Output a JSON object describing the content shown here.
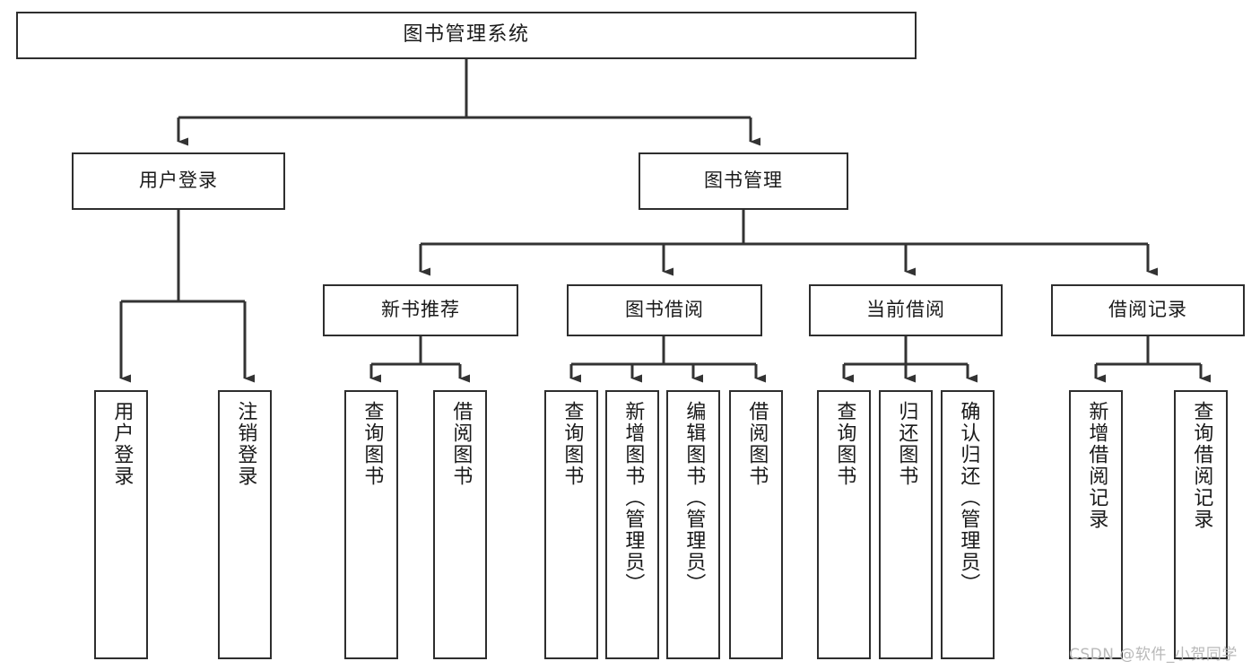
{
  "diagram": {
    "title": "图书管理系统",
    "type": "tree-hierarchy-chart",
    "orientation": "top-down",
    "colors": {
      "box_border": "#2e2e2e",
      "box_fill": "#ffffff",
      "connector": "#333333",
      "text": "#1a1a1a",
      "watermark": "#b9b9b9",
      "background": "#ffffff"
    }
  },
  "root": {
    "label": "图书管理系统"
  },
  "level2": [
    {
      "label": "用户登录"
    },
    {
      "label": "图书管理"
    }
  ],
  "level3": [
    {
      "label": "新书推荐"
    },
    {
      "label": "图书借阅"
    },
    {
      "label": "当前借阅"
    },
    {
      "label": "借阅记录"
    }
  ],
  "leaves": {
    "user_login": [
      {
        "label": "用户登录"
      },
      {
        "label": "注销登录"
      }
    ],
    "new_book_recommend": [
      {
        "label": "查询图书"
      },
      {
        "label": "借阅图书"
      }
    ],
    "book_borrow": [
      {
        "label": "查询图书"
      },
      {
        "label": "新增图书（管理员）"
      },
      {
        "label": "编辑图书（管理员）"
      },
      {
        "label": "借阅图书"
      }
    ],
    "current_borrow": [
      {
        "label": "查询图书"
      },
      {
        "label": "归还图书"
      },
      {
        "label": "确认归还（管理员）"
      }
    ],
    "borrow_record": [
      {
        "label": "新增借阅记录"
      },
      {
        "label": "查询借阅记录"
      }
    ]
  },
  "watermark": {
    "text": "CSDN @软件_小贺同学"
  }
}
